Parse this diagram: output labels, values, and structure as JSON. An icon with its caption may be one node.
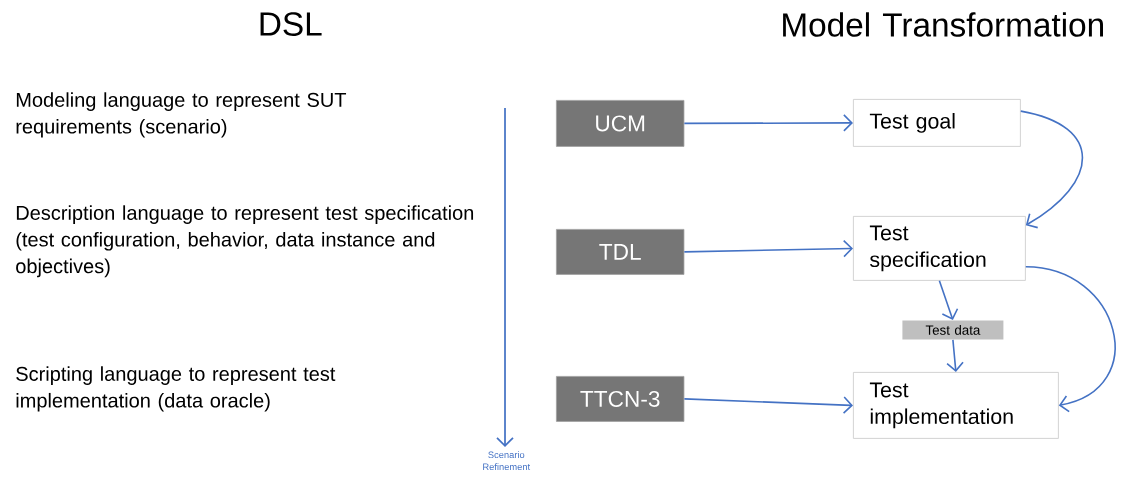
{
  "diagram": {
    "nodes": [
      {
        "text": [
          "UCM"
        ]
      },
      {
        "text": [
          "Test goal"
        ]
      },
      {
        "text": [
          "TDL"
        ]
      },
      {
        "text": [
          "Test specification"
        ]
      },
      {
        "text": [
          "TTCN-3"
        ]
      },
      {
        "text": [
          "Test data"
        ]
      },
      {
        "text": [
          "Test implementation"
        ]
      }
    ],
    "edges": [
      {
        "from": 0,
        "to": 1,
        "arrow": "to"
      },
      {
        "from": 1,
        "to": 3,
        "arrow": "to"
      },
      {
        "from": 2,
        "to": 3,
        "arrow": "to"
      },
      {
        "from": 3,
        "to": 5,
        "arrow": "to"
      },
      {
        "from": 5,
        "to": 6,
        "arrow": "to"
      },
      {
        "from": 3,
        "to": 6,
        "arrow": "to"
      },
      {
        "from": 4,
        "to": 6,
        "arrow": "to"
      }
    ],
    "labels": [
      "DSL",
      "Model Transformation",
      "Modeling language to represent SUT requirements (scenario)",
      "Description language to represent test specification (test configuration, behavior, data instance and objectives)",
      "Scripting language to represent test implementation (data oracle)",
      "Scenario Refinement"
    ]
  }
}
